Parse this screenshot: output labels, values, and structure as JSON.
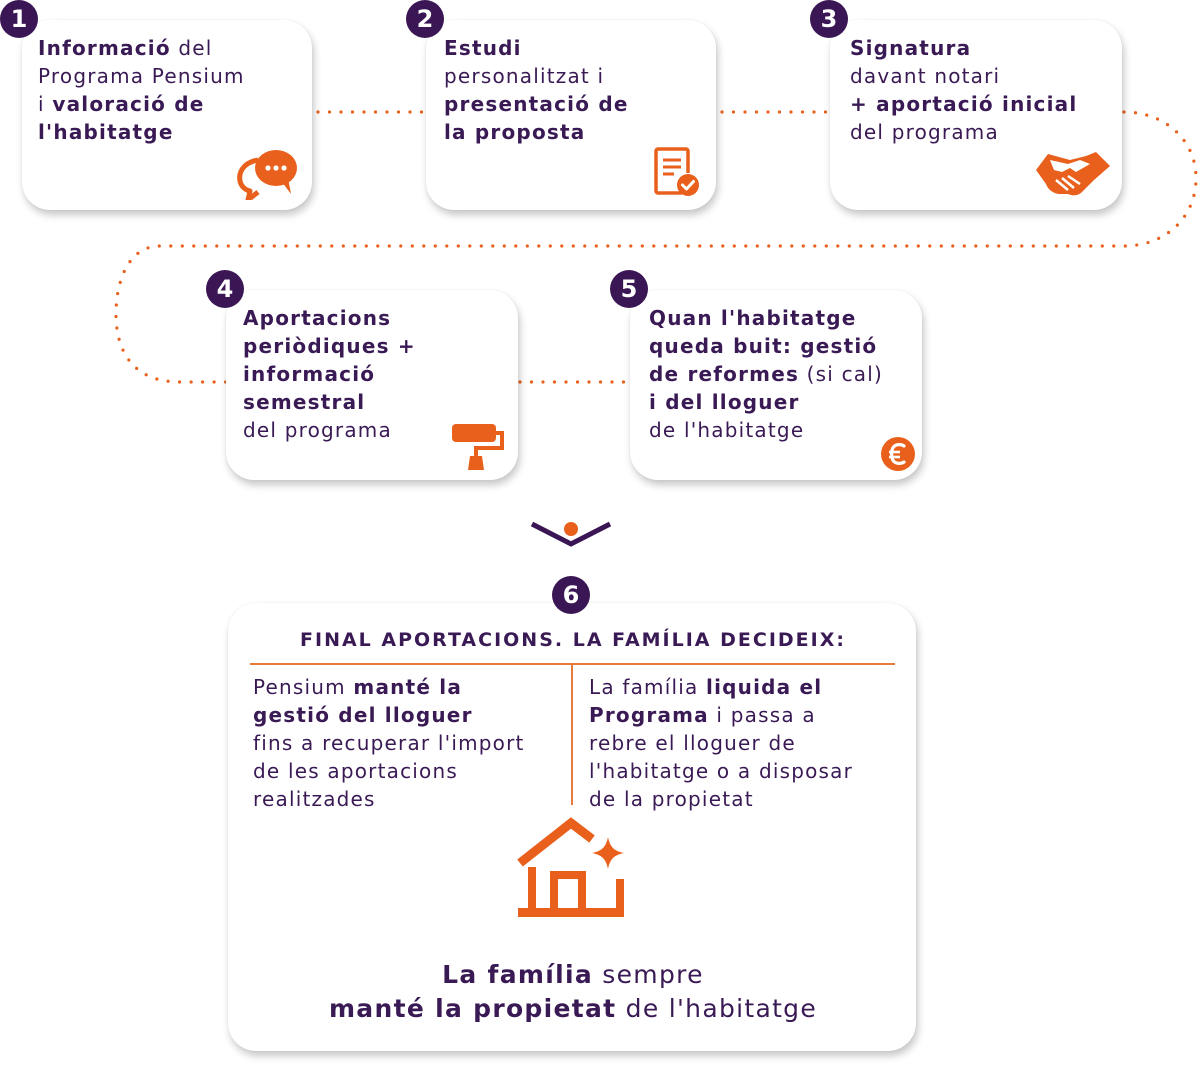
{
  "colors": {
    "accent": "#e8601c",
    "primary": "#3a1654",
    "connector": "#e8601c"
  },
  "steps": [
    {
      "number": "1",
      "icon": "chat-bubbles-icon",
      "lines": [
        {
          "bold": "Informació",
          "normal": " del"
        },
        {
          "bold": "",
          "normal": "Programa Pensium"
        },
        {
          "bold": "valoració de",
          "prefix": "i "
        },
        {
          "bold": "l'habitatge",
          "normal": ""
        }
      ]
    },
    {
      "number": "2",
      "icon": "document-check-icon",
      "lines": [
        {
          "bold": "Estudi",
          "normal": ""
        },
        {
          "bold": "",
          "normal": "personalitzat i"
        },
        {
          "bold": "presentació de",
          "normal": ""
        },
        {
          "bold": "la proposta",
          "normal": ""
        }
      ]
    },
    {
      "number": "3",
      "icon": "handshake-icon",
      "lines": [
        {
          "bold": "Signatura",
          "normal": ""
        },
        {
          "bold": "",
          "normal": "davant notari"
        },
        {
          "bold": "+ aportació inicial",
          "normal": ""
        },
        {
          "bold": "",
          "normal": "del programa"
        }
      ]
    },
    {
      "number": "4",
      "icon": "paint-roller-icon",
      "lines": [
        {
          "bold": "Aportacions",
          "normal": ""
        },
        {
          "bold": "periòdiques +",
          "normal": ""
        },
        {
          "bold": "informació",
          "normal": ""
        },
        {
          "bold": "semestral",
          "normal": ""
        },
        {
          "bold": "",
          "normal": "del programa"
        }
      ]
    },
    {
      "number": "5",
      "icon": "euro-coin-icon",
      "lines": [
        {
          "bold": "Quan l'habitatge",
          "normal": ""
        },
        {
          "bold": "queda buit: gestió",
          "normal": ""
        },
        {
          "bold": "de reformes",
          "normal": " (si cal)"
        },
        {
          "bold": "i del lloguer",
          "normal": ""
        },
        {
          "bold": "",
          "normal": "de l'habitatge"
        }
      ]
    }
  ],
  "final": {
    "number": "6",
    "title": "FINAL APORTACIONS. LA FAMÍLIA DECIDEIX:",
    "left": [
      {
        "prefix": "Pensium ",
        "bold": "manté la"
      },
      {
        "bold": "gestió del lloguer"
      },
      {
        "normal": "fins a recuperar l'import"
      },
      {
        "normal": "de les aportacions"
      },
      {
        "normal": "realitzades"
      }
    ],
    "right": [
      {
        "prefix": "La família ",
        "bold": "liquida el"
      },
      {
        "bold": "Programa",
        "normal": " i passa a"
      },
      {
        "normal": "rebre el lloguer de"
      },
      {
        "normal": "l'habitatge o a disposar"
      },
      {
        "normal": "de la propietat"
      }
    ],
    "icon": "house-sparkle-icon",
    "bottom_line1_bold": "La família",
    "bottom_line1_normal": " sempre",
    "bottom_line2_bold": "manté la propietat",
    "bottom_line2_normal": " de l'habitatge"
  },
  "arrow_icon": "chevron-down-dot-icon"
}
